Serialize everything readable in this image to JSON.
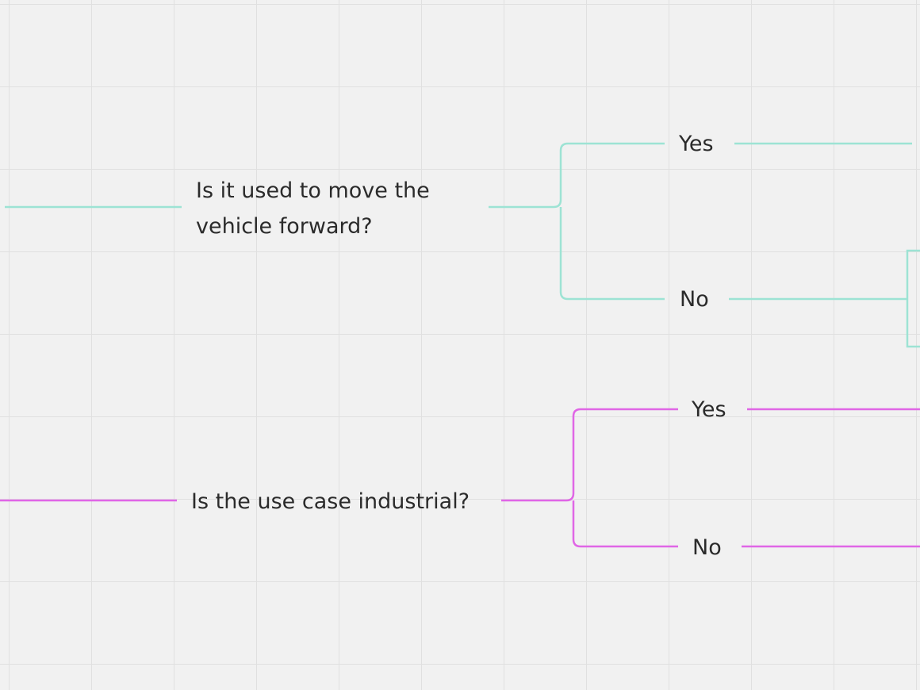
{
  "colors": {
    "background": "#f1f1f1",
    "grid": "#e0e0e0",
    "branch_1": "#9de3d4",
    "branch_2": "#e066e6",
    "text": "#2b2b2b"
  },
  "diagram": {
    "question_1": {
      "text": "Is it used to move the vehicle forward?",
      "yes_label": "Yes",
      "no_label": "No"
    },
    "question_2": {
      "text": "Is the use case industrial?",
      "yes_label": "Yes",
      "no_label": "No"
    }
  }
}
